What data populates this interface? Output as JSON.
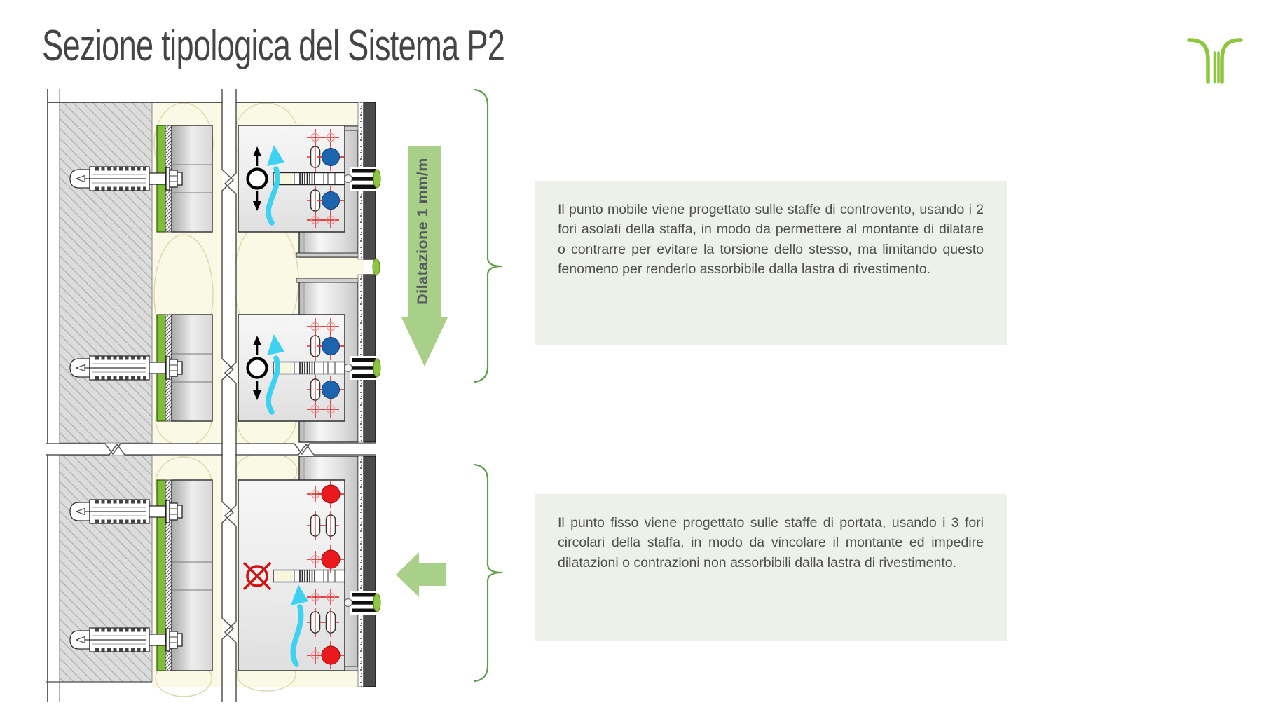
{
  "slide": {
    "title": "Sezione tipologica del Sistema P2"
  },
  "diagram": {
    "dilatation_arrow_label": "Dilatazione 1 mm/m",
    "mobile_points_count": 2,
    "fixed_points_count": 1
  },
  "callouts": {
    "mobile": "Il punto mobile viene progettato sulle staffe di controvento, usando i 2 fori asolati della staffa, in modo da permettere al montante di dilatare o contrarre per evitare la torsione dello stesso, ma limitando questo fenomeno per renderlo assorbibile dalla lastra di rivestimento.",
    "fixed": "Il punto fisso viene progettato sulle staffe di portata, usando i 3 fori circolari della staffa, in modo da vincolare il montante ed impedire dilatazioni o contrazioni non assorbibili dalla lastra di rivestimento."
  },
  "colors": {
    "brand_green": "#8dc63f",
    "arrow_green": "#a9d089",
    "brace_green": "#5f9e4c",
    "pad_green": "#7dbe33",
    "callout_bg": "#edf1e9",
    "mobile_bolt_blue": "#1d64af",
    "fixed_bolt_red": "#e9191d",
    "crosshair_red": "#e03636",
    "airflow_cyan": "#3dd2f1",
    "cladding_dark": "#4b4b4b",
    "title_gray": "#454545"
  },
  "icons": {
    "logo": "brand-mark",
    "mobility": "circle-with-vertical-arrows",
    "fixed_point": "circle-with-x",
    "airflow": "curved-cyan-arrow"
  }
}
